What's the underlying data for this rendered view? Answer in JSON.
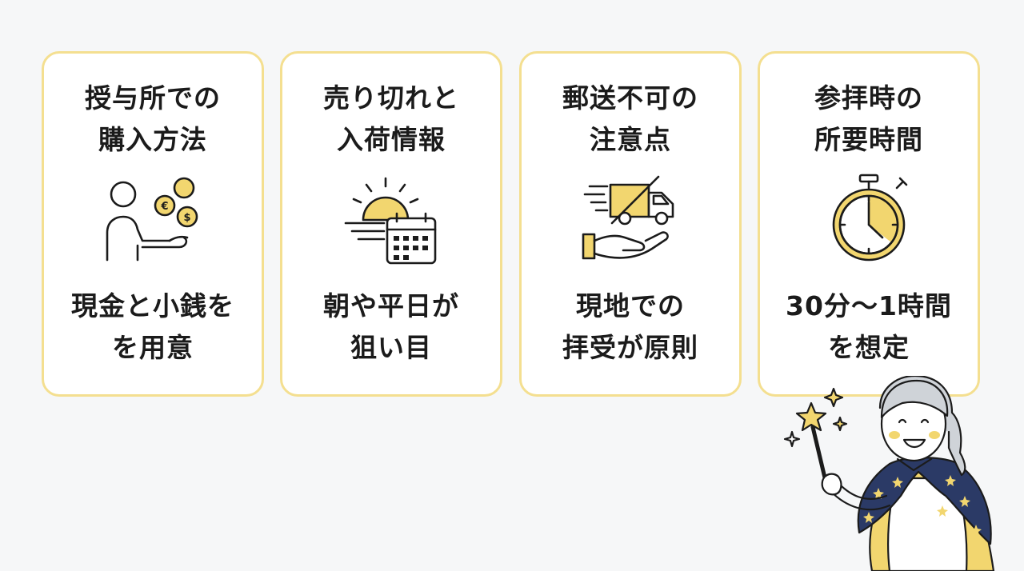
{
  "cards": [
    {
      "title_lines": [
        "授与所での",
        "購入方法"
      ],
      "icon": "hand-coins-icon",
      "caption_lines": [
        "現金と小銭を",
        "を用意"
      ]
    },
    {
      "title_lines": [
        "売り切れと",
        "入荷情報"
      ],
      "icon": "sunrise-calendar-icon",
      "caption_lines": [
        "朝や平日が",
        "狙い目"
      ]
    },
    {
      "title_lines": [
        "郵送不可の",
        "注意点"
      ],
      "icon": "no-delivery-truck-icon",
      "caption_lines": [
        "現地での",
        "拝受が原則"
      ]
    },
    {
      "title_lines": [
        "参拝時の",
        "所要時間"
      ],
      "icon": "stopwatch-icon",
      "caption_lines": [
        "30分〜1時間",
        "を想定"
      ]
    }
  ],
  "colors": {
    "accent_yellow": "#f2d66f",
    "card_border": "#f4df90",
    "ink": "#1b1b1b",
    "cape_navy": "#2b3a66",
    "background": "#f6f7f8"
  },
  "decoration": {
    "character": "wizard-girl-with-star-wand-illustration"
  }
}
